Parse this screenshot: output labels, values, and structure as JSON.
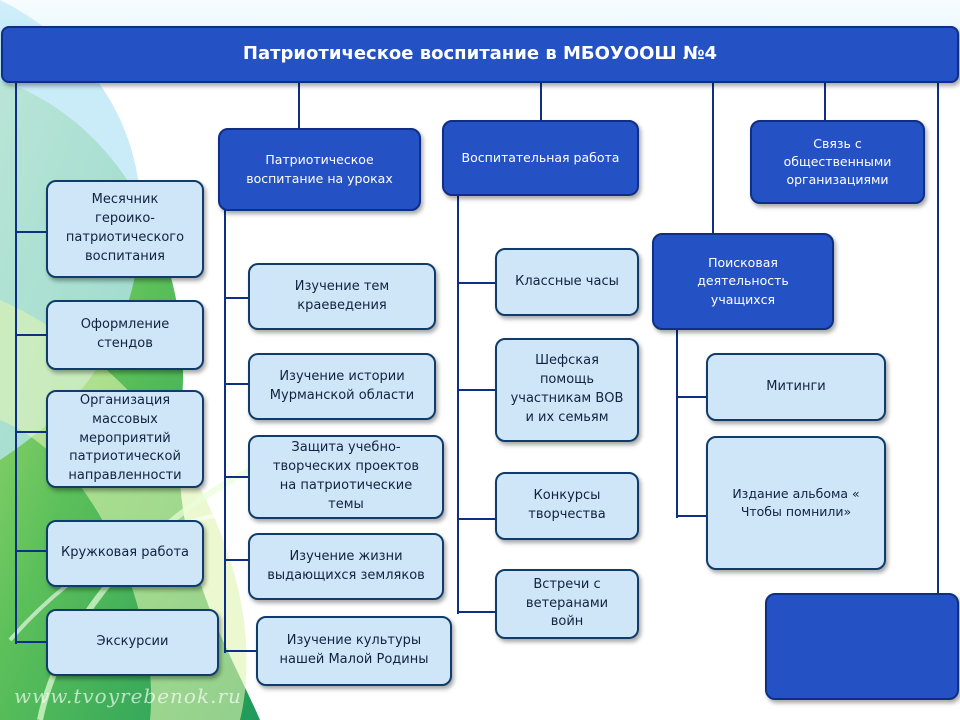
{
  "title": "Патриотическое воспитание в МБОУООШ №4",
  "watermark": "www.tvoyrebenok.ru",
  "colors": {
    "dark_box": "#2451c4",
    "light_box": "#cfe6f8",
    "connector": "#0f2f86"
  },
  "categories": {
    "lessons": "Патриотическое воспитание на уроках",
    "upbringing": "Воспитательная работа",
    "public": "Связь с общественными организациями",
    "search": "Поисковая деятельность учащихся"
  },
  "left_items": [
    "Месячник героико-патриотического воспитания",
    "Оформление стендов",
    "Организация массовых мероприятий патриотической направленности",
    "Кружковая работа",
    "Экскурсии"
  ],
  "lesson_items": [
    "Изучение тем краеведения",
    "Изучение истории Мурманской области",
    "Защита учебно-творческих проектов на патриотические темы",
    "Изучение жизни выдающихся земляков",
    "Изучение культуры нашей Малой Родины"
  ],
  "upbringing_items": [
    "Классные часы",
    "Шефская помощь участникам ВОВ и их семьям",
    "Конкурсы творчества",
    "Встречи с ветеранами войн"
  ],
  "search_items": [
    "Митинги",
    "Издание альбома « Чтобы помнили»"
  ]
}
